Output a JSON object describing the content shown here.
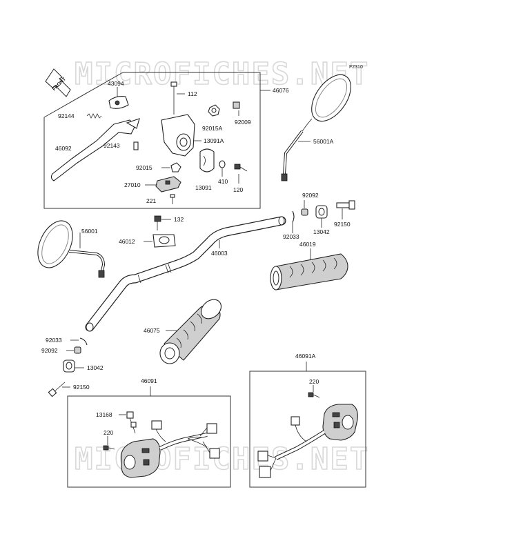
{
  "diagram_code": "F2310",
  "front_label": "FRONT",
  "watermark": "MICROFICHES.NET",
  "parts": {
    "p43094": "43094",
    "p112": "112",
    "p46076": "46076",
    "p92144": "92144",
    "p92015A": "92015A",
    "p92009": "92009",
    "p46092": "46092",
    "p92143": "92143",
    "p13091A": "13091A",
    "p92015": "92015",
    "p410": "410",
    "p120": "120",
    "p27010": "27010",
    "p13091": "13091",
    "p221": "221",
    "p56001A": "56001A",
    "p92092_r": "92092",
    "p13042_r": "13042",
    "p92150_r": "92150",
    "p92033_r": "92033",
    "p56001": "56001",
    "p132": "132",
    "p46012": "46012",
    "p46003": "46003",
    "p46019": "46019",
    "p46075": "46075",
    "p92033_l": "92033",
    "p92092_l": "92092",
    "p13042_l": "13042",
    "p92150_l": "92150",
    "p46091": "46091",
    "p13168": "13168",
    "p220_l": "220",
    "p46091A": "46091A",
    "p220_r": "220"
  }
}
